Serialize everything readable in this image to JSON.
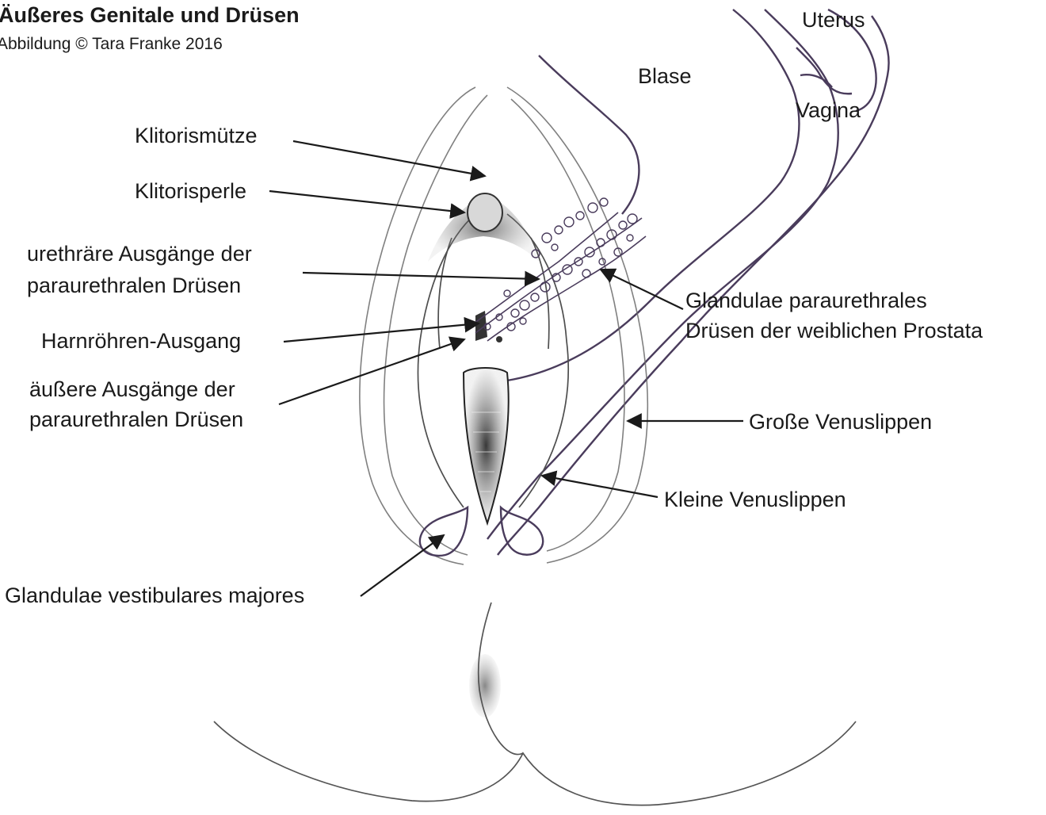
{
  "header": {
    "title": "Äußeres Genitale und Drüsen",
    "credit": "Abbildung © Tara Franke 2016"
  },
  "labels": {
    "uterus": "Uterus",
    "blase": "Blase",
    "vagina": "Vagina",
    "klitorismuetze": "Klitorismütze",
    "klitorisperle": "Klitorisperle",
    "urethraere_1": "urethräre  Ausgänge der",
    "urethraere_2": "paraurethralen Drüsen",
    "harnroehren": "Harnröhren-Ausgang",
    "aeussere_1": "äußere Ausgänge der",
    "aeussere_2": "paraurethralen Drüsen",
    "glandulae_para_1": "Glandulae paraurethrales",
    "glandulae_para_2": "Drüsen der weiblichen Prostata",
    "grosse": "Große Venuslippen",
    "kleine": "Kleine Venuslippen",
    "glandulae_vest": "Glandulae vestibulares majores"
  },
  "colors": {
    "line": "#2b2b2b",
    "gland": "#4a3c5c",
    "sketch": "#555555"
  }
}
